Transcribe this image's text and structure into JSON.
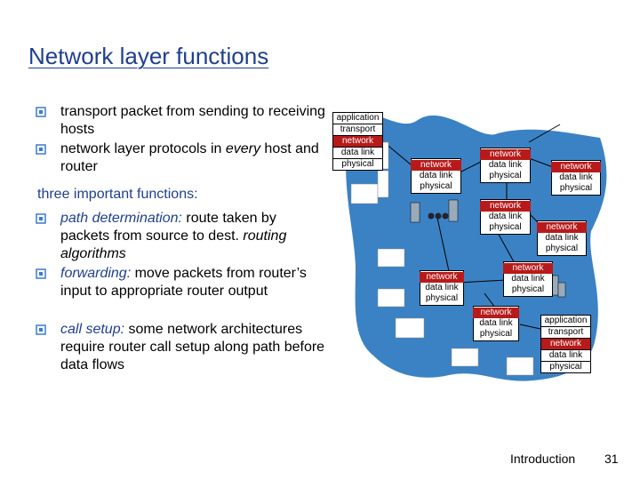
{
  "title": "Network layer functions",
  "bullets": [
    {
      "parts": [
        "transport packet from sending to receiving hosts"
      ]
    },
    {
      "parts": [
        "network layer protocols in ",
        "every",
        " host and router"
      ]
    }
  ],
  "functions_heading": "three important functions:",
  "functions": [
    {
      "term": "path determination:",
      "text": " route taken by packets from source to dest. ",
      "extra": "routing algorithms"
    },
    {
      "term": "forwarding:",
      "text": " move packets from router’s input to appropriate router output"
    },
    {
      "term": "call setup:",
      "text": " some network architectures require router call setup along path before data flows"
    }
  ],
  "diagram": {
    "host_stack": [
      "application",
      "transport",
      "network",
      "data link",
      "physical"
    ],
    "router_stack": [
      "network",
      "data link",
      "physical"
    ]
  },
  "footer": {
    "label": "Introduction",
    "page": "31"
  },
  "colors": {
    "title": "#1f3f8f",
    "network_layer": "#b81a1a",
    "cloud": "#3b82c4"
  }
}
